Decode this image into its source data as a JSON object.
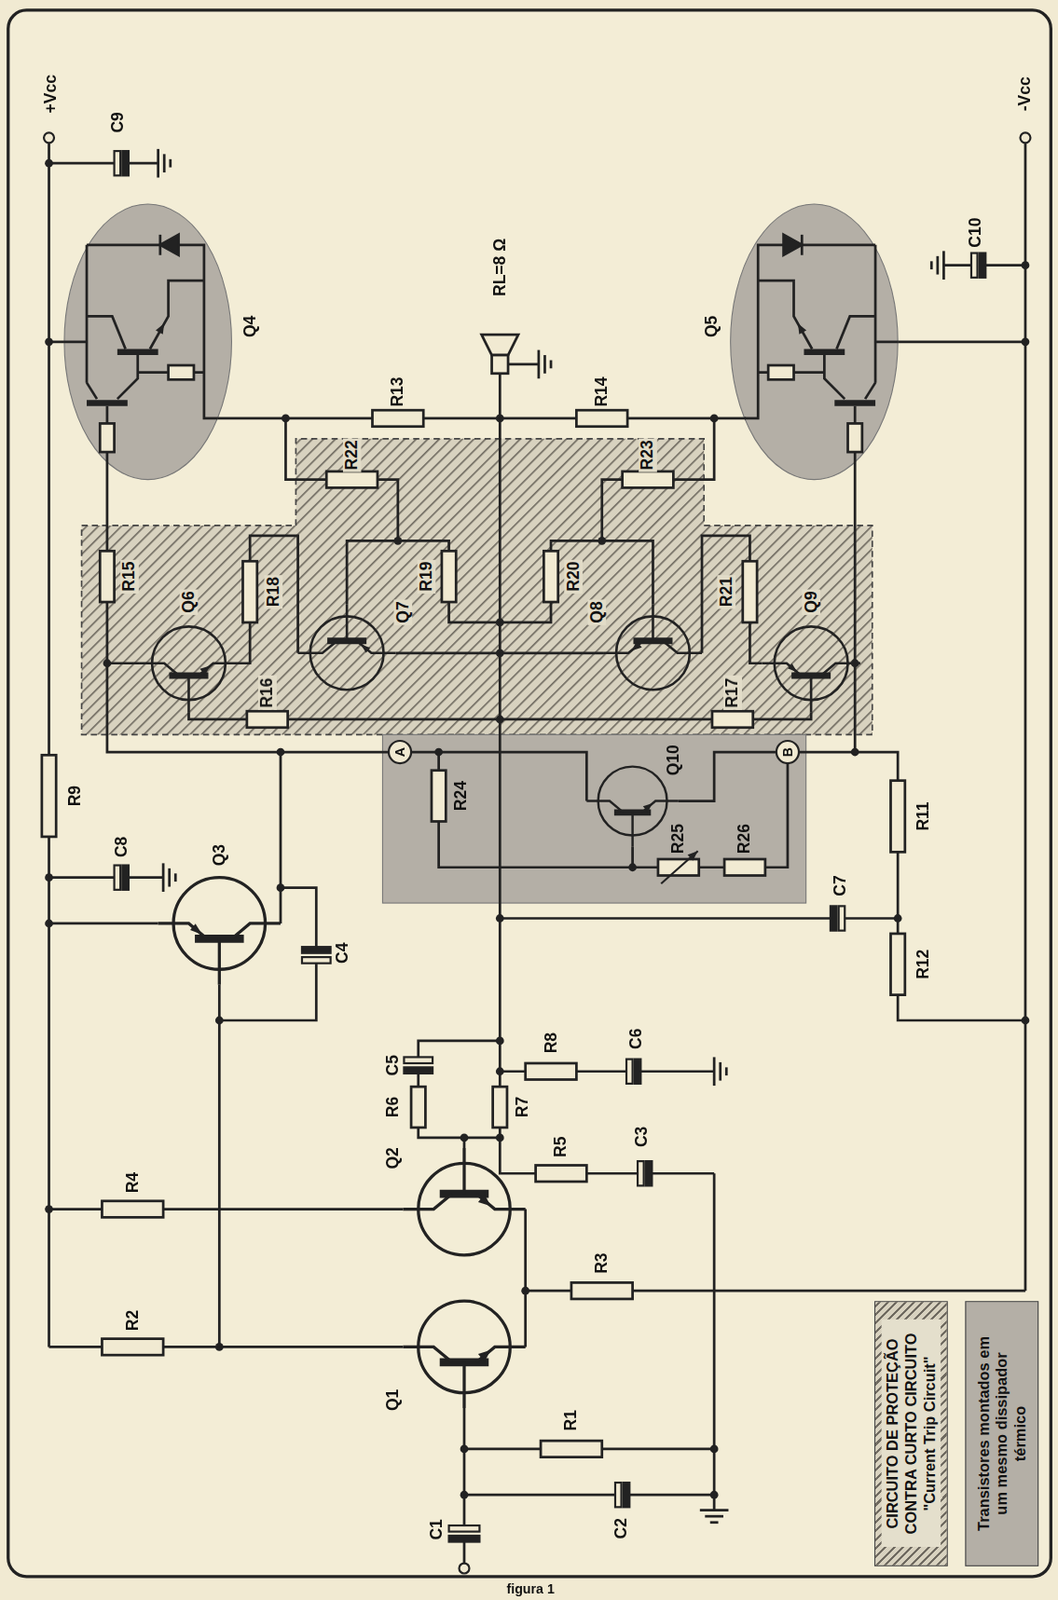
{
  "diagram": {
    "caption": "figura 1",
    "labels": [
      "+Vcc",
      "C9",
      "Q4",
      "RL=8 Ω",
      "R13",
      "R14",
      "Q5",
      "C10",
      "-Vcc",
      "R22",
      "R23",
      "R15",
      "R18",
      "Q6",
      "Q7",
      "R19",
      "R20",
      "Q8",
      "R21",
      "Q9",
      "R16",
      "R17",
      "A",
      "B",
      "R24",
      "Q10",
      "R25",
      "R26",
      "R11",
      "R12",
      "C7",
      "R9",
      "C8",
      "Q3",
      "C4",
      "C5",
      "R6",
      "R7",
      "R8",
      "C6",
      "R5",
      "C3",
      "Q2",
      "R4",
      "R2",
      "Q1",
      "R3",
      "R1",
      "C2",
      "C1"
    ],
    "legend": [
      {
        "text": "CIRCUITO DE PROTEÇÃO CONTRA CURTO CIRCUITO \"Current Trip Circuit\""
      },
      {
        "text": "Transistores montados em um mesmo dissipador térmico",
        "color": "#b4afa6"
      }
    ]
  }
}
